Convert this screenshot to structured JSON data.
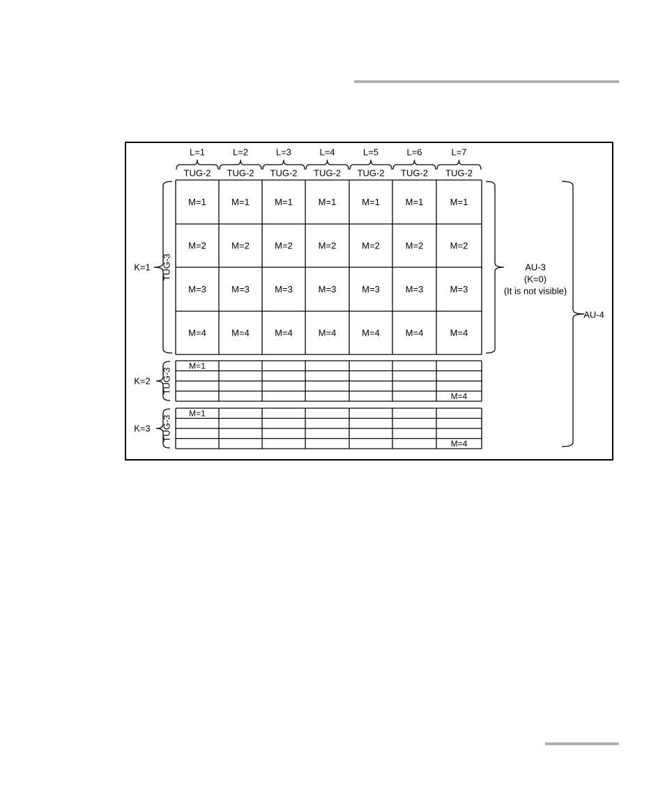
{
  "colors": {
    "line": "#000000",
    "rule": "#b0b0b0",
    "background": "#ffffff"
  },
  "l_labels": [
    "L=1",
    "L=2",
    "L=3",
    "L=4",
    "L=5",
    "L=6",
    "L=7"
  ],
  "tug2_label": "TUG-2",
  "tug3_label": "TUG-3",
  "m_labels": [
    "M=1",
    "M=2",
    "M=3",
    "M=4"
  ],
  "k_labels": [
    "K=1",
    "K=2",
    "K=3"
  ],
  "au3": {
    "line1": "AU-3",
    "line2": "(K=0)",
    "line3": "(It is not visible)"
  },
  "au4_label": "AU-4"
}
